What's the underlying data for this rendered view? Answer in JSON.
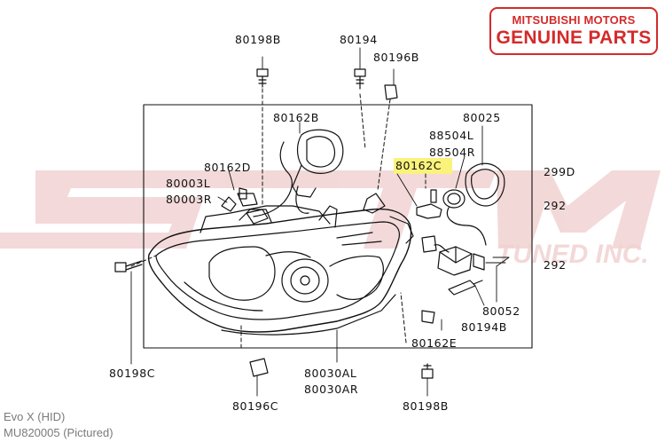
{
  "brand": {
    "line1": "MITSUBISHI MOTORS",
    "line2": "GENUINE PARTS",
    "color": "#d42a2a"
  },
  "watermark": {
    "text": "STM",
    "suffix": "TUNED INC.",
    "color": "#f1d2d2"
  },
  "part_labels": {
    "p80198B_top": "80198B",
    "p80194": "80194",
    "p80196B": "80196B",
    "p80162B": "80162B",
    "p80025": "80025",
    "p88504L": "88504L",
    "p88504R": "88504R",
    "p80162D": "80162D",
    "p80162C": "80162C",
    "p80003L": "80003L",
    "p80003R": "80003R",
    "p299D": "299D",
    "p292a": "292",
    "p292b": "292",
    "p80052": "80052",
    "p80194B": "80194B",
    "p80162E": "80162E",
    "p80198C": "80198C",
    "p80030AL": "80030AL",
    "p80030AR": "80030AR",
    "p80196C": "80196C",
    "p80198B_bottom": "80198B"
  },
  "highlight": {
    "part": "80162C",
    "color": "#fbf27c"
  },
  "caption": {
    "line1": "Evo X (HID)",
    "line2": "MU820005  (Pictured)"
  }
}
